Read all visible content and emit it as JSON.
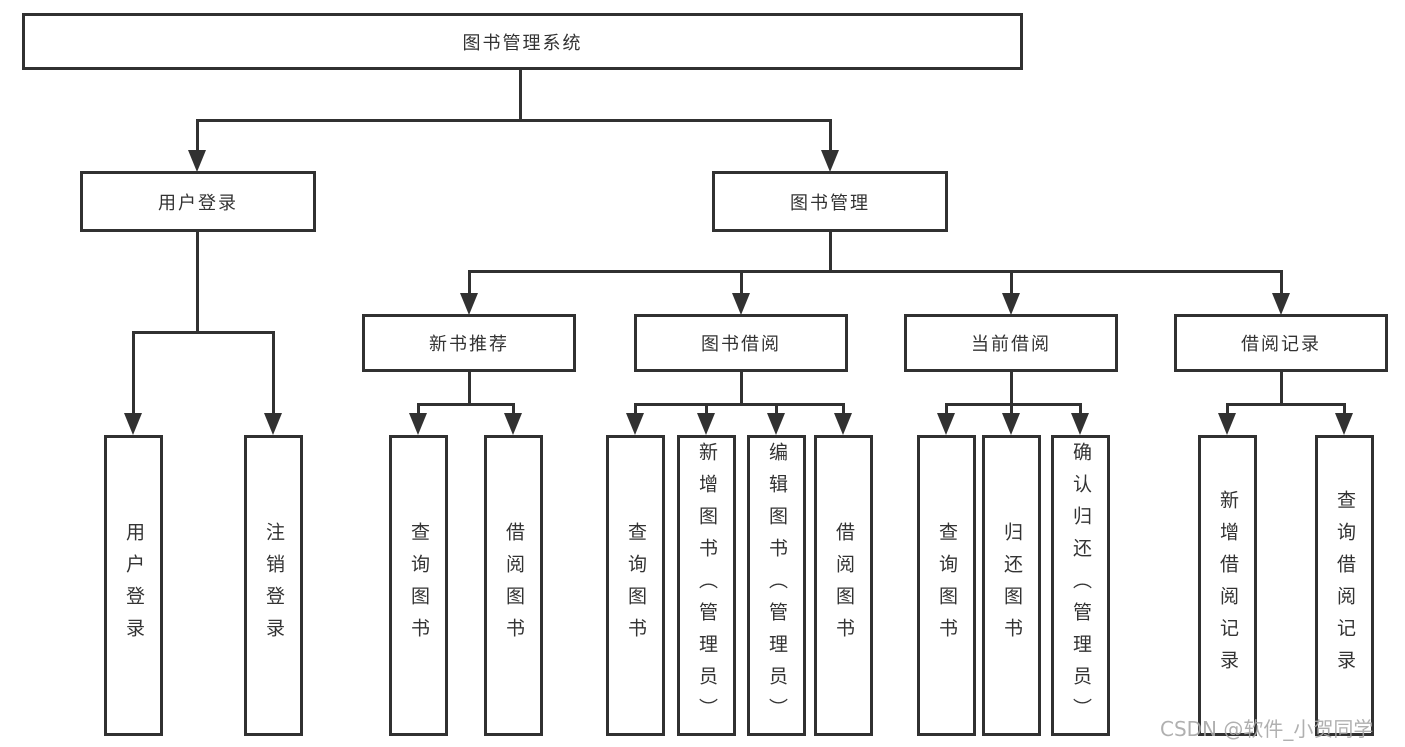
{
  "tree": {
    "root": {
      "label": "图书管理系统"
    },
    "level2": [
      {
        "label": "用户登录"
      },
      {
        "label": "图书管理"
      }
    ],
    "level3": [
      {
        "label": "新书推荐"
      },
      {
        "label": "图书借阅"
      },
      {
        "label": "当前借阅"
      },
      {
        "label": "借阅记录"
      }
    ],
    "leaves": {
      "user_login": [
        {
          "label": "用户登录"
        },
        {
          "label": "注销登录"
        }
      ],
      "new_book": [
        {
          "label": "查询图书"
        },
        {
          "label": "借阅图书"
        }
      ],
      "borrow": [
        {
          "label": "查询图书"
        },
        {
          "label": "新增图书（管理员）"
        },
        {
          "label": "编辑图书（管理员）"
        },
        {
          "label": "借阅图书"
        }
      ],
      "current": [
        {
          "label": "查询图书"
        },
        {
          "label": "归还图书"
        },
        {
          "label": "确认归还（管理员）"
        }
      ],
      "records": [
        {
          "label": "新增借阅记录"
        },
        {
          "label": "查询借阅记录"
        }
      ]
    }
  },
  "watermark": {
    "text": "CSDN @软件_小贺同学"
  },
  "colors": {
    "line": "#313131",
    "text": "#333333",
    "background": "#ffffff",
    "watermark": "#a8a8a8"
  }
}
